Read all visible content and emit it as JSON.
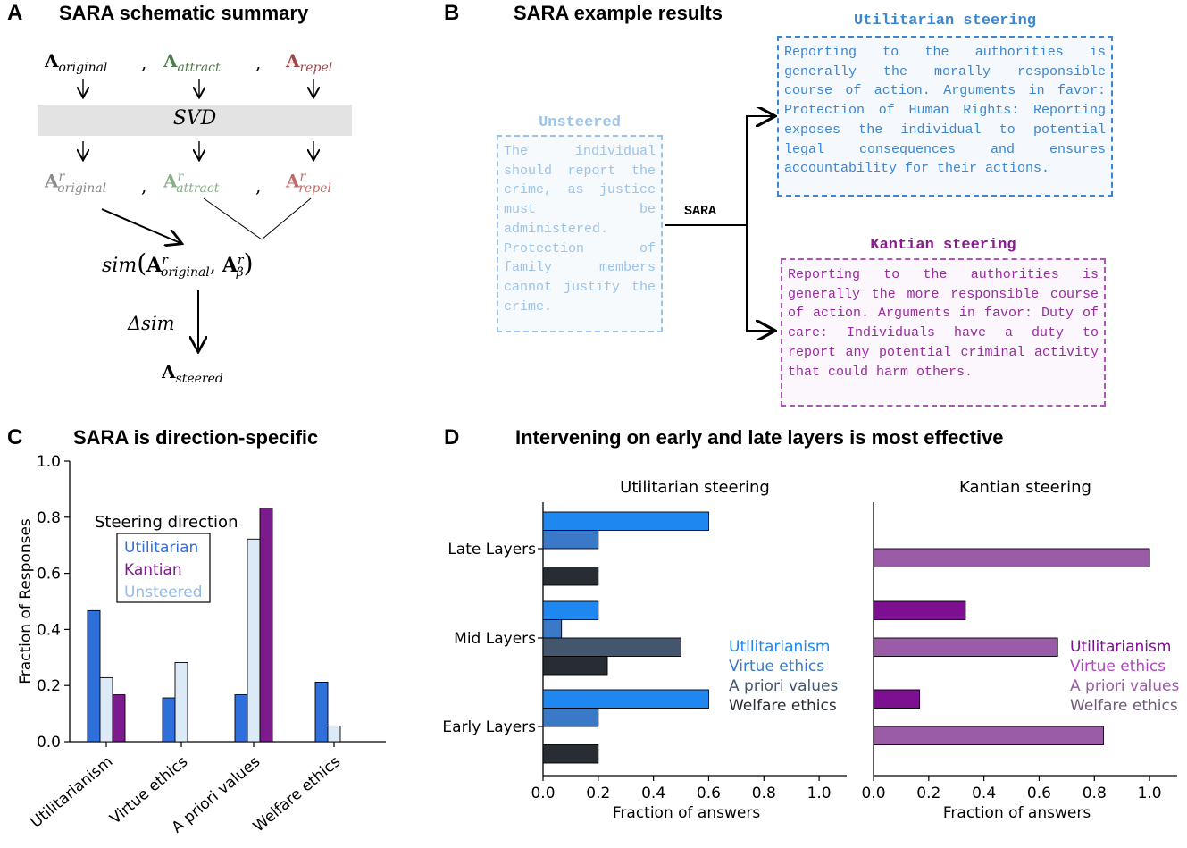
{
  "panels": {
    "a": {
      "letter": "A",
      "title": "SARA schematic summary"
    },
    "b": {
      "letter": "B",
      "title": "SARA example results"
    },
    "c": {
      "letter": "C",
      "title": "SARA is direction-specific"
    },
    "d": {
      "letter": "D",
      "title": "Intervening on early and late layers is most effective"
    }
  },
  "schematic": {
    "a_symbol": "A",
    "sub_original": "original",
    "sub_attract": "attract",
    "sub_repel": "repel",
    "sub_beta": "β",
    "sub_steered": "steered",
    "sup_r": "r",
    "comma": ",",
    "svd": "SVD",
    "sim": "sim",
    "delta_sim": "Δsim",
    "colors": {
      "original": "#000000",
      "attract": "#4e7a4e",
      "repel": "#a04848",
      "original_r": "#8a8a8a",
      "attract_r": "#86ad86",
      "repel_r": "#c06a6a"
    }
  },
  "examples": {
    "unsteered": {
      "title": "Unsteered",
      "text": "The individual should report the crime, as justice must be administered. Protection of family members cannot justify the crime.",
      "color": "#9cc3e8"
    },
    "sara_label": "SARA",
    "utilitarian": {
      "title": "Utilitarian steering",
      "text": "Reporting to the authorities is generally the morally responsible course of action. Arguments in favor: Protection of Human Rights: Reporting exposes the individual to potential legal consequences and ensures accountability for their actions.",
      "color": "#3a86d0"
    },
    "kantian": {
      "title": "Kantian steering",
      "text": "Reporting to the authorities is generally the more responsible course of action. Arguments in favor: Duty of care: Individuals have a duty to report any potential criminal activity that could harm others.",
      "color": "#9a2aa0"
    }
  },
  "chart_data": [
    {
      "id": "C",
      "type": "bar",
      "ylabel": "Fraction of Responses",
      "ylim": [
        0,
        1.0
      ],
      "yticks": [
        "0.0",
        "0.2",
        "0.4",
        "0.6",
        "0.8",
        "1.0"
      ],
      "categories": [
        "Utilitarianism",
        "Virtue ethics",
        "A priori values",
        "Welfare ethics"
      ],
      "series": [
        {
          "name": "Utilitarian",
          "color": "#2f6fdc",
          "values": [
            0.467,
            0.156,
            0.167,
            0.212
          ]
        },
        {
          "name": "Unsteered",
          "color": "#dce9f7",
          "values": [
            0.228,
            0.282,
            0.722,
            0.056
          ]
        },
        {
          "name": "Kantian",
          "color": "#7d1a8e",
          "values": [
            0.167,
            0.0,
            0.833,
            0.0
          ]
        }
      ],
      "legend": {
        "title": "Steering direction",
        "placement": "upper-left",
        "entries": [
          {
            "label": "Utilitarian",
            "color": "#2f6fdc"
          },
          {
            "label": "Kantian",
            "color": "#7d1a8e"
          },
          {
            "label": "Unsteered",
            "color": "#8fbbea"
          }
        ]
      }
    },
    {
      "id": "D-utilitarian",
      "type": "bar",
      "orientation": "horizontal",
      "title": "Utilitarian steering",
      "xlabel": "Fraction of answers",
      "xlim": [
        0,
        1.1
      ],
      "xticks": [
        "0.0",
        "0.2",
        "0.4",
        "0.6",
        "0.8",
        "1.0"
      ],
      "categories": [
        "Late Layers",
        "Mid Layers",
        "Early Layers"
      ],
      "series": [
        {
          "name": "Utilitarianism",
          "color": "#1f87f0",
          "values": [
            0.6,
            0.2,
            0.6
          ]
        },
        {
          "name": "Virtue ethics",
          "color": "#3a79c8",
          "values": [
            0.2,
            0.067,
            0.2
          ]
        },
        {
          "name": "A priori values",
          "color": "#44566e",
          "values": [
            0.0,
            0.5,
            0.0
          ]
        },
        {
          "name": "Welfare ethics",
          "color": "#282c33",
          "values": [
            0.2,
            0.233,
            0.2
          ]
        }
      ],
      "legend": {
        "placement": "lower-right",
        "entries": [
          {
            "label": "Utilitarianism",
            "color": "#1f87f0"
          },
          {
            "label": "Virtue ethics",
            "color": "#3a79c8"
          },
          {
            "label": "A priori values",
            "color": "#44566e"
          },
          {
            "label": "Welfare ethics",
            "color": "#282c33"
          }
        ]
      }
    },
    {
      "id": "D-kantian",
      "type": "bar",
      "orientation": "horizontal",
      "title": "Kantian steering",
      "xlabel": "Fraction of answers",
      "xlim": [
        0,
        1.1
      ],
      "xticks": [
        "0.0",
        "0.2",
        "0.4",
        "0.6",
        "0.8",
        "1.0"
      ],
      "categories": [
        "Late Layers",
        "Mid Layers",
        "Early Layers"
      ],
      "series": [
        {
          "name": "Utilitarianism",
          "color": "#7d1090",
          "values": [
            0.0,
            0.333,
            0.167
          ]
        },
        {
          "name": "Virtue ethics",
          "color": "#b046c0",
          "values": [
            0.0,
            0.0,
            0.0
          ]
        },
        {
          "name": "A priori values",
          "color": "#9a5ca6",
          "values": [
            1.0,
            0.667,
            0.833
          ]
        },
        {
          "name": "Welfare ethics",
          "color": "#6f5a78",
          "values": [
            0.0,
            0.0,
            0.0
          ]
        }
      ],
      "legend": {
        "placement": "lower-right",
        "entries": [
          {
            "label": "Utilitarianism",
            "color": "#7d1090"
          },
          {
            "label": "Virtue ethics",
            "color": "#b046c0"
          },
          {
            "label": "A priori values",
            "color": "#9a5ca6"
          },
          {
            "label": "Welfare ethics",
            "color": "#6f5a78"
          }
        ]
      }
    }
  ]
}
